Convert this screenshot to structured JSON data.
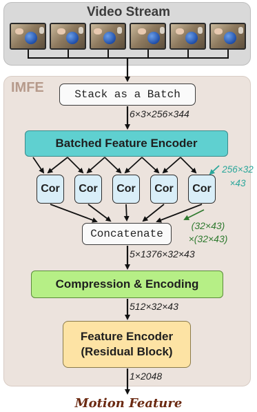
{
  "video_stream": {
    "title": "Video Stream",
    "frame_count": 6
  },
  "imfe": {
    "label": "IMFE"
  },
  "stack": {
    "label": "Stack as a Batch",
    "dim": "6×3×256×344"
  },
  "batched_encoder": {
    "label": "Batched Feature Encoder",
    "note_line1": "256×32",
    "note_line2": "×43"
  },
  "cor": {
    "label": "Cor",
    "count": 5
  },
  "concat": {
    "label": "Concatenate",
    "note_line1": "(32×43)",
    "note_line2": "×(32×43)",
    "dim": "5×1376×32×43"
  },
  "compression": {
    "label": "Compression & Encoding",
    "dim": "512×32×43"
  },
  "feature_encoder": {
    "label_line1": "Feature Encoder",
    "label_line2": "(Residual Block)",
    "dim": "1×2048"
  },
  "output": {
    "label": "Motion Feature"
  },
  "colors": {
    "batched_encoder": "#5fd0d0",
    "cor": "#d9eef8",
    "compression": "#b6ef86",
    "feature_encoder": "#fde3a4",
    "teal_annotation": "#2aa69a",
    "green_annotation": "#2f7a2f",
    "output_text": "#6b2a12"
  }
}
